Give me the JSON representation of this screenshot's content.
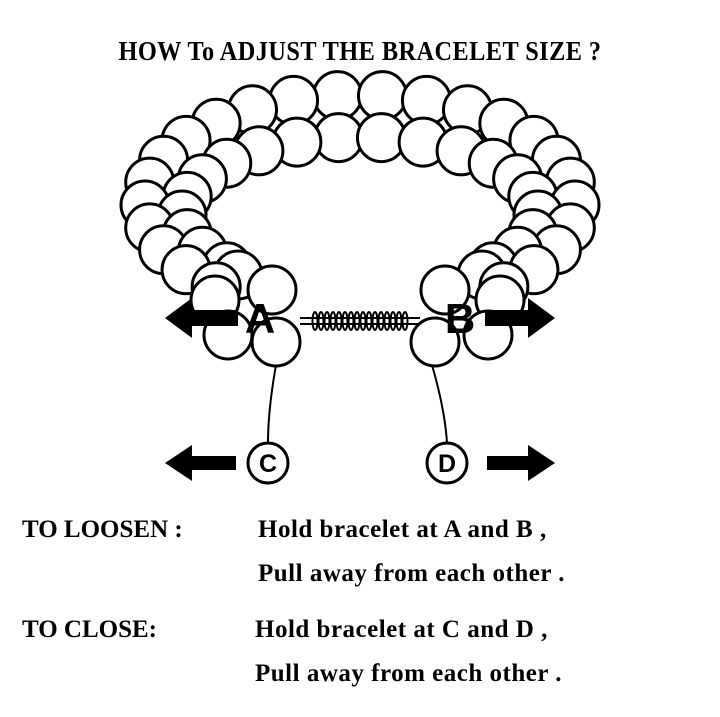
{
  "title": "HOW To ADJUST THE BRACELET SIZE ?",
  "diagram": {
    "label_a": "A",
    "label_b": "B",
    "label_c": "C",
    "label_d": "D"
  },
  "instructions": [
    {
      "label": "TO LOOSEN :",
      "line1": "Hold bracelet at A and B ,",
      "line2": "Pull away from each other ."
    },
    {
      "label": "TO  CLOSE:",
      "line1": "Hold bracelet at C and D ,",
      "line2": "Pull away from each other ."
    }
  ]
}
